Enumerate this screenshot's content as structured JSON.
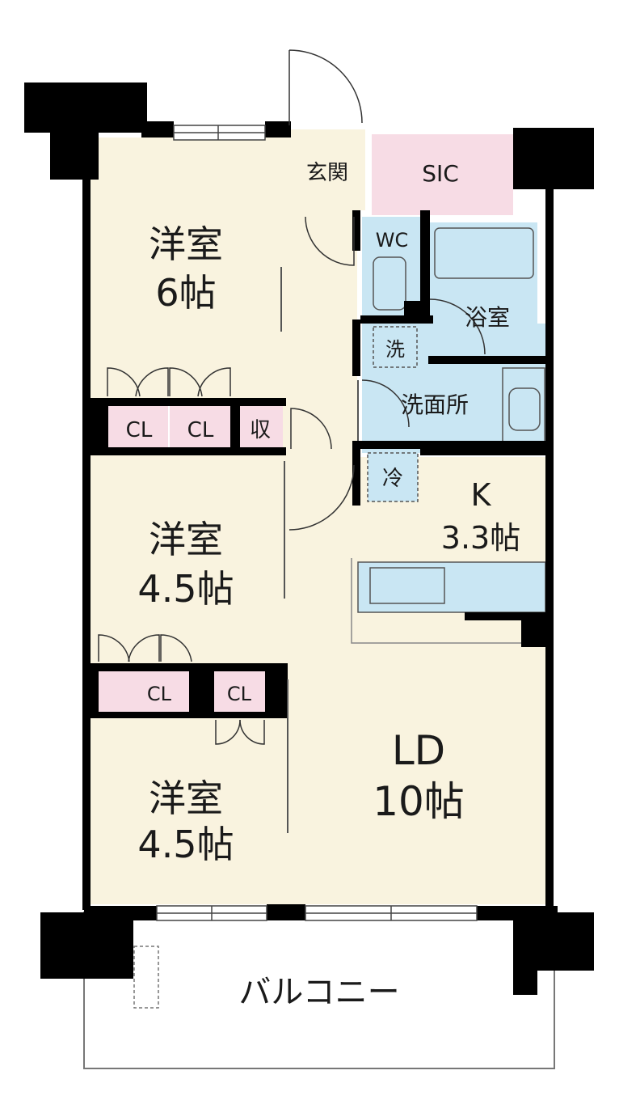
{
  "rooms": {
    "western1": {
      "name": "洋室",
      "size": "6帖"
    },
    "western2": {
      "name": "洋室",
      "size": "4.5帖"
    },
    "western3": {
      "name": "洋室",
      "size": "4.5帖"
    },
    "kitchen": {
      "name": "K",
      "size": "3.3帖"
    },
    "ld": {
      "name": "LD",
      "size": "10帖"
    },
    "entrance": "玄関",
    "sic": "SIC",
    "wc": "WC",
    "bath": "浴室",
    "washroom": "洗面所",
    "balcony": "バルコニー"
  },
  "storage": {
    "cl1": "CL",
    "cl2": "CL",
    "storage": "収",
    "cl3": "CL",
    "cl4": "CL"
  },
  "appliances": {
    "washer": "洗",
    "fridge": "冷"
  },
  "colors": {
    "room": "#f9f3df",
    "wet": "#c9e6f3",
    "storage": "#f7dce5",
    "wall": "#000000",
    "balcony": "#ffffff"
  }
}
